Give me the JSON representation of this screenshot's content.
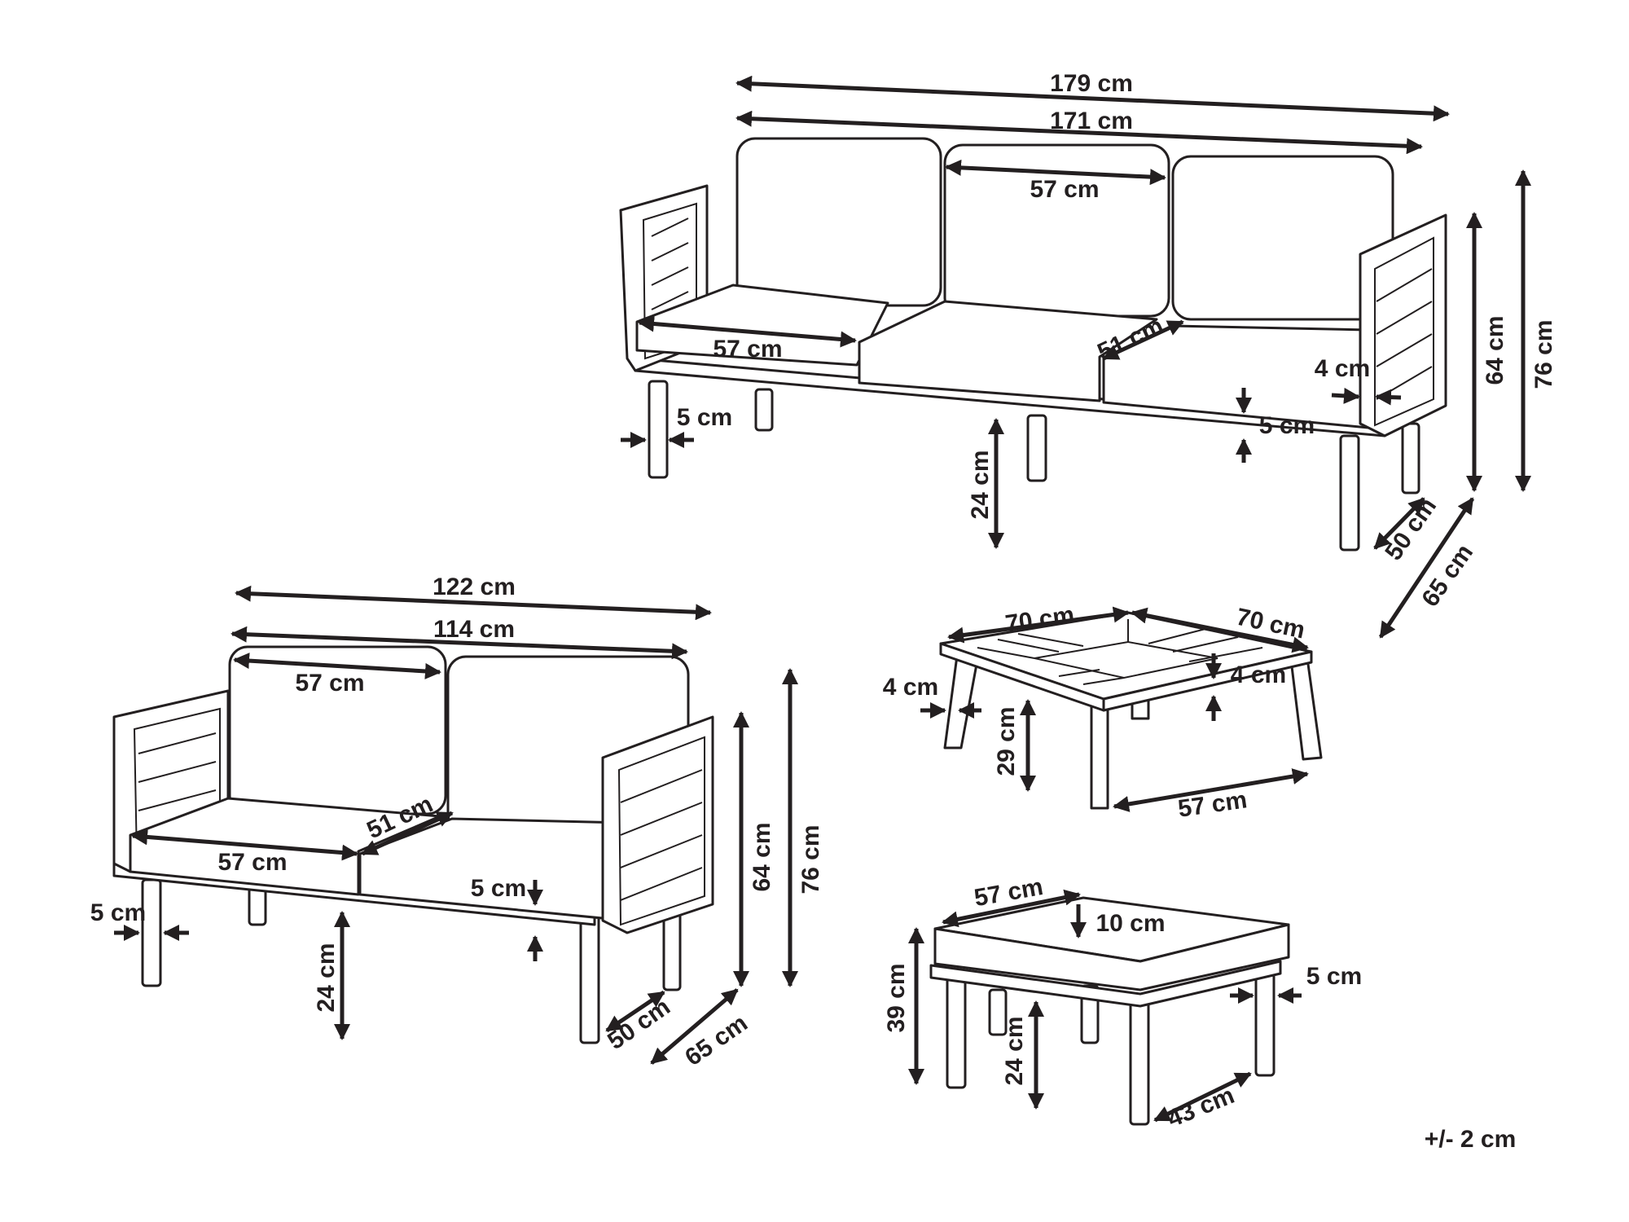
{
  "sofa3": {
    "overall_width": "179 cm",
    "inner_width": "171 cm",
    "back_cushion_width": "57 cm",
    "seat_cushion_width": "57 cm",
    "seat_depth": "51 cm",
    "armrest_thickness": "4 cm",
    "leg_width": "5 cm",
    "frame_thickness": "5 cm",
    "leg_height": "24 cm",
    "arm_height": "64 cm",
    "total_height": "76 cm",
    "seat_depth_outer": "50 cm",
    "total_depth": "65 cm"
  },
  "sofa2": {
    "overall_width": "122 cm",
    "inner_width": "114 cm",
    "back_cushion_width": "57 cm",
    "seat_cushion_width": "57 cm",
    "seat_depth": "51 cm",
    "frame_thickness": "5 cm",
    "leg_width": "5 cm",
    "leg_height": "24 cm",
    "arm_height": "64 cm",
    "total_height": "76 cm",
    "seat_depth_outer": "50 cm",
    "total_depth": "65 cm"
  },
  "table": {
    "width": "70 cm",
    "depth": "70 cm",
    "leg_width": "4 cm",
    "top_thickness": "4 cm",
    "height": "29 cm",
    "inner_width": "57 cm"
  },
  "ottoman": {
    "width": "57 cm",
    "cushion_thickness": "10 cm",
    "height": "39 cm",
    "leg_height": "24 cm",
    "leg_width": "5 cm",
    "inner_depth": "43 cm"
  },
  "tolerance": "+/- 2 cm",
  "colors": {
    "line": "#231f20",
    "background": "#ffffff"
  }
}
